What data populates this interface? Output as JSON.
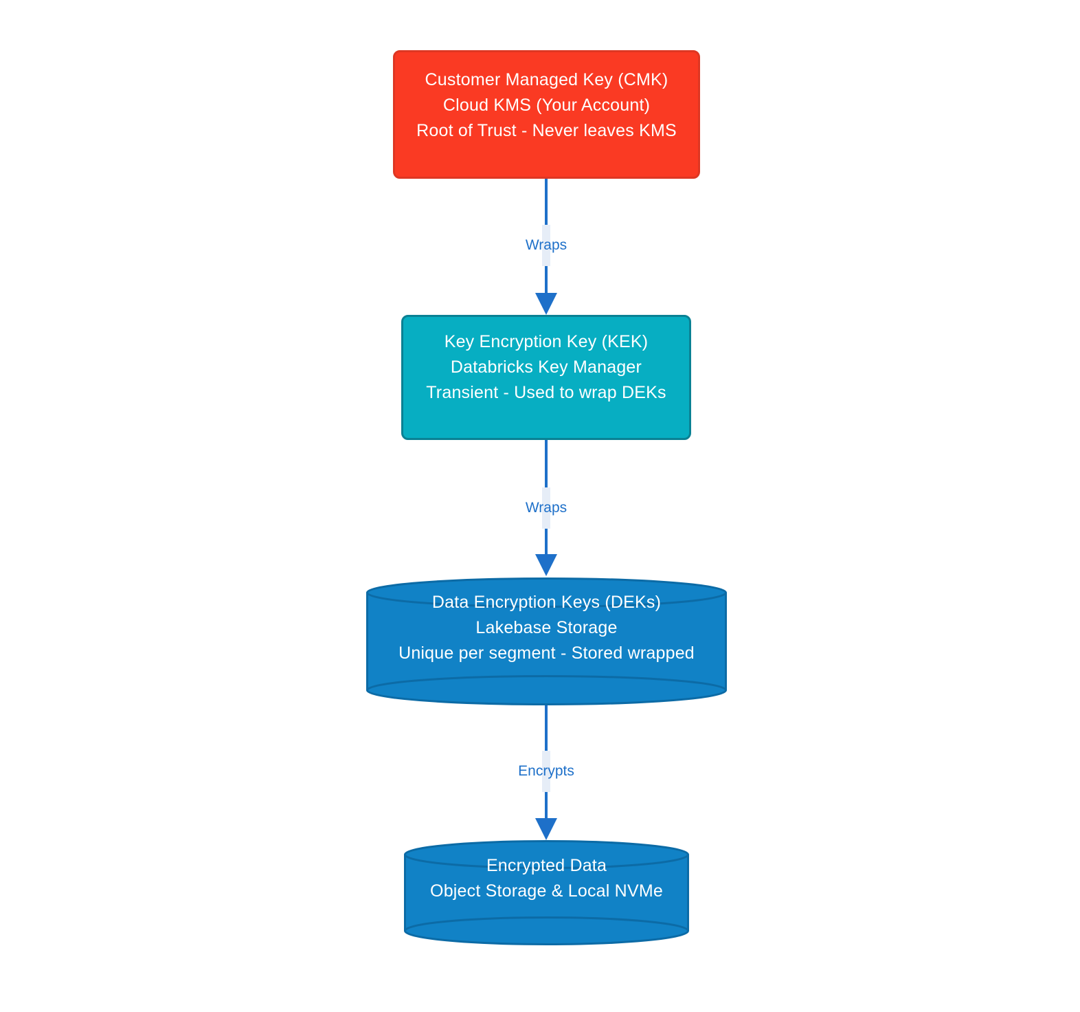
{
  "diagram": {
    "nodes": [
      {
        "id": "cmk",
        "shape": "rounded-rect",
        "lines": [
          "Customer Managed Key (CMK)",
          "Cloud KMS (Your Account)",
          "Root of Trust - Never leaves KMS"
        ]
      },
      {
        "id": "kek",
        "shape": "rounded-rect",
        "lines": [
          "Key Encryption Key (KEK)",
          "Databricks Key Manager",
          "Transient - Used to wrap DEKs"
        ]
      },
      {
        "id": "deks",
        "shape": "cylinder",
        "lines": [
          "Data Encryption Keys (DEKs)",
          "Lakebase Storage",
          "Unique per segment - Stored wrapped"
        ]
      },
      {
        "id": "encrypted-data",
        "shape": "cylinder",
        "lines": [
          "Encrypted Data",
          "Object Storage & Local NVMe"
        ]
      }
    ],
    "edges": [
      {
        "from": "cmk",
        "to": "kek",
        "label": "Wraps"
      },
      {
        "from": "kek",
        "to": "deks",
        "label": "Wraps"
      },
      {
        "from": "deks",
        "to": "encrypted-data",
        "label": "Encrypts"
      }
    ],
    "colors": {
      "cmk_fill": "#FA3A23",
      "cmk_stroke": "#DE3723",
      "kek_fill": "#07AEC2",
      "kek_stroke": "#0A8194",
      "cyl_fill": "#1182C6",
      "cyl_stroke": "#0C6BA6",
      "edge": "#1E70C9",
      "edge_label": "#1E70C9",
      "label_bg": "#E6EDF7",
      "node_text": "#FFFFFF",
      "background": "#FFFFFF"
    }
  }
}
